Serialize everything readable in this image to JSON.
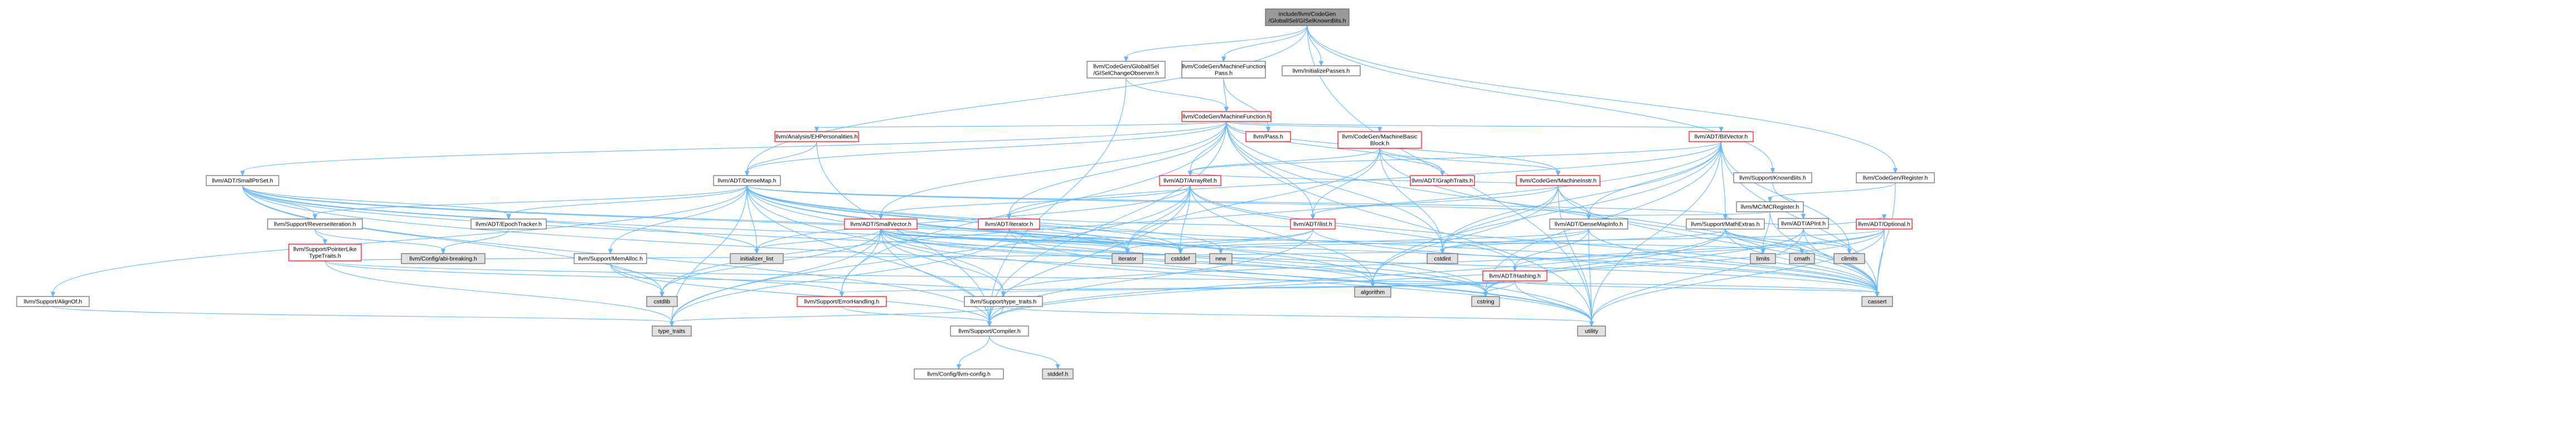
{
  "colors": {
    "fill_root": "#999999",
    "fill_default": "#ffffff",
    "fill_sys": "#e0e0e0",
    "stroke_default": "#666666",
    "stroke_red": "#ff0000",
    "stroke_root": "#666666",
    "edge": "#63b8ff"
  },
  "nodes": [
    {
      "id": "root",
      "lines": [
        "include/llvm/CodeGen",
        "/GlobalISel/GISelKnownBits.h"
      ],
      "style": "root"
    },
    {
      "id": "gisco",
      "lines": [
        "llvm/CodeGen/GlobalISel",
        "/GISelChangeObserver.h"
      ],
      "style": "default"
    },
    {
      "id": "mfpass",
      "lines": [
        "llvm/CodeGen/MachineFunction",
        "Pass.h"
      ],
      "style": "default"
    },
    {
      "id": "initpasses",
      "lines": [
        "llvm/InitializePasses.h"
      ],
      "style": "default"
    },
    {
      "id": "mf",
      "lines": [
        "llvm/CodeGen/MachineFunction.h"
      ],
      "style": "red"
    },
    {
      "id": "pass",
      "lines": [
        "llvm/Pass.h"
      ],
      "style": "red"
    },
    {
      "id": "ehpers",
      "lines": [
        "llvm/Analysis/EHPersonalities.h"
      ],
      "style": "red"
    },
    {
      "id": "mbb",
      "lines": [
        "llvm/CodeGen/MachineBasic",
        "Block.h"
      ],
      "style": "red"
    },
    {
      "id": "bitvector",
      "lines": [
        "llvm/ADT/BitVector.h"
      ],
      "style": "red"
    },
    {
      "id": "knownbits",
      "lines": [
        "llvm/Support/KnownBits.h"
      ],
      "style": "default"
    },
    {
      "id": "register",
      "lines": [
        "llvm/CodeGen/Register.h"
      ],
      "style": "default"
    },
    {
      "id": "smallptrset",
      "lines": [
        "llvm/ADT/SmallPtrSet.h"
      ],
      "style": "default"
    },
    {
      "id": "densemap",
      "lines": [
        "llvm/ADT/DenseMap.h"
      ],
      "style": "default"
    },
    {
      "id": "arrayref",
      "lines": [
        "llvm/ADT/ArrayRef.h"
      ],
      "style": "red"
    },
    {
      "id": "graphtraits",
      "lines": [
        "llvm/ADT/GraphTraits.h"
      ],
      "style": "red"
    },
    {
      "id": "minstr",
      "lines": [
        "llvm/CodeGen/MachineInstr.h"
      ],
      "style": "red"
    },
    {
      "id": "mcregister",
      "lines": [
        "llvm/MC/MCRegister.h"
      ],
      "style": "default"
    },
    {
      "id": "apint",
      "lines": [
        "llvm/ADT/APInt.h"
      ],
      "style": "default"
    },
    {
      "id": "revit",
      "lines": [
        "llvm/Support/ReverseIteration.h"
      ],
      "style": "default"
    },
    {
      "id": "epochtracker",
      "lines": [
        "llvm/ADT/EpochTracker.h"
      ],
      "style": "default"
    },
    {
      "id": "smallvector",
      "lines": [
        "llvm/ADT/SmallVector.h"
      ],
      "style": "red"
    },
    {
      "id": "iterator",
      "lines": [
        "llvm/ADT/iterator.h"
      ],
      "style": "red"
    },
    {
      "id": "ilist",
      "lines": [
        "llvm/ADT/ilist.h"
      ],
      "style": "red"
    },
    {
      "id": "densemapinfo",
      "lines": [
        "llvm/ADT/DenseMapInfo.h"
      ],
      "style": "default"
    },
    {
      "id": "mathextras",
      "lines": [
        "llvm/Support/MathExtras.h"
      ],
      "style": "default"
    },
    {
      "id": "optional",
      "lines": [
        "llvm/ADT/Optional.h"
      ],
      "style": "red"
    },
    {
      "id": "ptrlike",
      "lines": [
        "llvm/Support/PointerLike",
        "TypeTraits.h"
      ],
      "style": "red"
    },
    {
      "id": "abibreaking",
      "lines": [
        "llvm/Config/abi-breaking.h"
      ],
      "style": "sys"
    },
    {
      "id": "memalloc",
      "lines": [
        "llvm/Support/MemAlloc.h"
      ],
      "style": "default"
    },
    {
      "id": "initlist",
      "lines": [
        "initializer_list"
      ],
      "style": "sys"
    },
    {
      "id": "iteratorstd",
      "lines": [
        "iterator"
      ],
      "style": "sys"
    },
    {
      "id": "cstddef",
      "lines": [
        "cstddef"
      ],
      "style": "sys"
    },
    {
      "id": "new",
      "lines": [
        "new"
      ],
      "style": "sys"
    },
    {
      "id": "cstdint",
      "lines": [
        "cstdint"
      ],
      "style": "sys"
    },
    {
      "id": "limits",
      "lines": [
        "limits"
      ],
      "style": "sys"
    },
    {
      "id": "cmath",
      "lines": [
        "cmath"
      ],
      "style": "sys"
    },
    {
      "id": "climits",
      "lines": [
        "climits"
      ],
      "style": "sys"
    },
    {
      "id": "hashing",
      "lines": [
        "llvm/ADT/Hashing.h"
      ],
      "style": "red"
    },
    {
      "id": "alignof",
      "lines": [
        "llvm/Support/AlignOf.h"
      ],
      "style": "default"
    },
    {
      "id": "cstdlib",
      "lines": [
        "cstdlib"
      ],
      "style": "sys"
    },
    {
      "id": "errorhandling",
      "lines": [
        "llvm/Support/ErrorHandling.h"
      ],
      "style": "red"
    },
    {
      "id": "typetraits_llvm",
      "lines": [
        "llvm/Support/type_traits.h"
      ],
      "style": "default"
    },
    {
      "id": "algorithm",
      "lines": [
        "algorithm"
      ],
      "style": "sys"
    },
    {
      "id": "cstring",
      "lines": [
        "cstring"
      ],
      "style": "sys"
    },
    {
      "id": "cassert",
      "lines": [
        "cassert"
      ],
      "style": "sys"
    },
    {
      "id": "typetraits",
      "lines": [
        "type_traits"
      ],
      "style": "sys"
    },
    {
      "id": "compiler",
      "lines": [
        "llvm/Support/Compiler.h"
      ],
      "style": "default"
    },
    {
      "id": "utility",
      "lines": [
        "utility"
      ],
      "style": "sys"
    },
    {
      "id": "llvmconfig",
      "lines": [
        "llvm/Config/llvm-config.h"
      ],
      "style": "default"
    },
    {
      "id": "stddef",
      "lines": [
        "stddef.h"
      ],
      "style": "sys"
    }
  ],
  "edges": [
    [
      "root",
      "gisco"
    ],
    [
      "root",
      "mfpass"
    ],
    [
      "root",
      "initpasses"
    ],
    [
      "root",
      "densemap"
    ],
    [
      "root",
      "knownbits"
    ],
    [
      "root",
      "register"
    ],
    [
      "root",
      "utility"
    ],
    [
      "gisco",
      "mf"
    ],
    [
      "gisco",
      "compiler"
    ],
    [
      "mfpass",
      "mf"
    ],
    [
      "mfpass",
      "pass"
    ],
    [
      "mf",
      "ehpers"
    ],
    [
      "mf",
      "mbb"
    ],
    [
      "mf",
      "bitvector"
    ],
    [
      "mf",
      "densemap"
    ],
    [
      "mf",
      "smallptrset"
    ],
    [
      "mf",
      "arrayref"
    ],
    [
      "mf",
      "graphtraits"
    ],
    [
      "mf",
      "minstr"
    ],
    [
      "mf",
      "smallvector"
    ],
    [
      "mf",
      "ilist"
    ],
    [
      "mf",
      "iterator"
    ],
    [
      "mf",
      "cassert"
    ],
    [
      "mf",
      "cstdint"
    ],
    [
      "mf",
      "utility"
    ],
    [
      "mf",
      "compiler"
    ],
    [
      "mf",
      "errorhandling"
    ],
    [
      "ehpers",
      "densemap"
    ],
    [
      "ehpers",
      "compiler"
    ],
    [
      "mbb",
      "graphtraits"
    ],
    [
      "mbb",
      "minstr"
    ],
    [
      "mbb",
      "ilist"
    ],
    [
      "mbb",
      "iteratorstd"
    ],
    [
      "mbb",
      "cstdint"
    ],
    [
      "mbb",
      "arrayref"
    ],
    [
      "mbb",
      "cassert"
    ],
    [
      "bitvector",
      "arrayref"
    ],
    [
      "bitvector",
      "densemapinfo"
    ],
    [
      "bitvector",
      "iterator"
    ],
    [
      "bitvector",
      "mathextras"
    ],
    [
      "bitvector",
      "algorithm"
    ],
    [
      "bitvector",
      "cassert"
    ],
    [
      "bitvector",
      "climits"
    ],
    [
      "bitvector",
      "cstdint"
    ],
    [
      "bitvector",
      "cstdlib"
    ],
    [
      "bitvector",
      "cstring"
    ],
    [
      "bitvector",
      "utility"
    ],
    [
      "knownbits",
      "apint"
    ],
    [
      "register",
      "mcregister"
    ],
    [
      "register",
      "cassert"
    ],
    [
      "mcregister",
      "densemapinfo"
    ],
    [
      "mcregister",
      "cassert"
    ],
    [
      "mcregister",
      "limits"
    ],
    [
      "apint",
      "mathextras"
    ],
    [
      "apint",
      "cassert"
    ],
    [
      "apint",
      "climits"
    ],
    [
      "apint",
      "cstring"
    ],
    [
      "apint",
      "optional"
    ],
    [
      "apint",
      "utility"
    ],
    [
      "smallptrset",
      "epochtracker"
    ],
    [
      "smallptrset",
      "revit"
    ],
    [
      "smallptrset",
      "type_traits"
    ],
    [
      "smallptrset",
      "cassert"
    ],
    [
      "smallptrset",
      "cstddef"
    ],
    [
      "smallptrset",
      "cstdlib"
    ],
    [
      "smallptrset",
      "cstring"
    ],
    [
      "smallptrset",
      "initlist"
    ],
    [
      "smallptrset",
      "iteratorstd"
    ],
    [
      "smallptrset",
      "utility"
    ],
    [
      "smallptrset",
      "compiler"
    ],
    [
      "densemap",
      "densemapinfo"
    ],
    [
      "densemap",
      "epochtracker"
    ],
    [
      "densemap",
      "memalloc"
    ],
    [
      "densemap",
      "revit"
    ],
    [
      "densemap",
      "typetraits_llvm"
    ],
    [
      "densemap",
      "algorithm"
    ],
    [
      "densemap",
      "cassert"
    ],
    [
      "densemap",
      "cstddef"
    ],
    [
      "densemap",
      "cstring"
    ],
    [
      "densemap",
      "initlist"
    ],
    [
      "densemap",
      "iteratorstd"
    ],
    [
      "densemap",
      "new"
    ],
    [
      "densemap",
      "typetraits"
    ],
    [
      "densemap",
      "utility"
    ],
    [
      "densemap",
      "alignof"
    ],
    [
      "densemap",
      "compiler"
    ],
    [
      "densemap",
      "mathextras"
    ],
    [
      "arrayref",
      "hashing"
    ],
    [
      "arrayref",
      "smallvector"
    ],
    [
      "arrayref",
      "compiler"
    ],
    [
      "arrayref",
      "algorithm"
    ],
    [
      "arrayref",
      "array"
    ],
    [
      "arrayref",
      "cassert"
    ],
    [
      "arrayref",
      "cstddef"
    ],
    [
      "arrayref",
      "initlist"
    ],
    [
      "arrayref",
      "iteratorstd"
    ],
    [
      "arrayref",
      "memory"
    ],
    [
      "arrayref",
      "typetraits"
    ],
    [
      "arrayref",
      "vector"
    ],
    [
      "minstr",
      "densemapinfo"
    ],
    [
      "minstr",
      "ilist"
    ],
    [
      "minstr",
      "algorithm"
    ],
    [
      "minstr",
      "cassert"
    ],
    [
      "minstr",
      "cstdint"
    ],
    [
      "minstr",
      "utility"
    ],
    [
      "minstr",
      "arrayref"
    ],
    [
      "revit",
      "ptrlike"
    ],
    [
      "revit",
      "abibreaking"
    ],
    [
      "epochtracker",
      "abibreaking"
    ],
    [
      "smallvector",
      "compiler"
    ],
    [
      "smallvector",
      "typetraits_llvm"
    ],
    [
      "smallvector",
      "algorithm"
    ],
    [
      "smallvector",
      "cassert"
    ],
    [
      "smallvector",
      "cstddef"
    ],
    [
      "smallvector",
      "cstdlib"
    ],
    [
      "smallvector",
      "cstring"
    ],
    [
      "smallvector",
      "functional"
    ],
    [
      "smallvector",
      "initlist"
    ],
    [
      "smallvector",
      "iteratorstd"
    ],
    [
      "smallvector",
      "limits"
    ],
    [
      "smallvector",
      "memory"
    ],
    [
      "smallvector",
      "new"
    ],
    [
      "smallvector",
      "typetraits"
    ],
    [
      "smallvector",
      "utility"
    ],
    [
      "smallvector",
      "errorhandling"
    ],
    [
      "iterator",
      "iteratorstd"
    ],
    [
      "iterator",
      "cstddef"
    ],
    [
      "iterator",
      "typetraits"
    ],
    [
      "iterator",
      "utility"
    ],
    [
      "ilist",
      "iterator"
    ],
    [
      "ilist",
      "compiler"
    ],
    [
      "ilist",
      "cassert"
    ],
    [
      "ilist",
      "cstddef"
    ],
    [
      "ilist",
      "iteratorstd"
    ],
    [
      "densemapinfo",
      "hashing"
    ],
    [
      "densemapinfo",
      "cassert"
    ],
    [
      "densemapinfo",
      "cstddef"
    ],
    [
      "densemapinfo",
      "cstdint"
    ],
    [
      "densemapinfo",
      "utility"
    ],
    [
      "mathextras",
      "compiler"
    ],
    [
      "mathextras",
      "cassert"
    ],
    [
      "mathextras",
      "climits"
    ],
    [
      "mathextras",
      "cmath"
    ],
    [
      "mathextras",
      "cstdint"
    ],
    [
      "mathextras",
      "cstring"
    ],
    [
      "mathextras",
      "limits"
    ],
    [
      "mathextras",
      "type_traits"
    ],
    [
      "optional",
      "hashing"
    ],
    [
      "optional",
      "compiler"
    ],
    [
      "optional",
      "typetraits_llvm"
    ],
    [
      "optional",
      "cassert"
    ],
    [
      "optional",
      "new"
    ],
    [
      "optional",
      "utility"
    ],
    [
      "ptrlike",
      "typetraits_llvm"
    ],
    [
      "ptrlike",
      "cassert"
    ],
    [
      "ptrlike",
      "cstdint"
    ],
    [
      "ptrlike",
      "typetraits"
    ],
    [
      "memalloc",
      "compiler"
    ],
    [
      "memalloc",
      "errorhandling"
    ],
    [
      "memalloc",
      "cstdlib"
    ],
    [
      "hashing",
      "errorhandling"
    ],
    [
      "hashing",
      "typetraits_llvm"
    ],
    [
      "hashing",
      "algorithm"
    ],
    [
      "hashing",
      "cassert"
    ],
    [
      "hashing",
      "cstring"
    ],
    [
      "hashing",
      "string"
    ],
    [
      "hashing",
      "tuple"
    ],
    [
      "hashing",
      "utility"
    ],
    [
      "alignof",
      "typetraits"
    ],
    [
      "errorhandling",
      "compiler"
    ],
    [
      "typetraits_llvm",
      "typetraits"
    ],
    [
      "typetraits_llvm",
      "utility"
    ],
    [
      "typetraits_llvm",
      "compiler"
    ],
    [
      "compiler",
      "llvmconfig"
    ],
    [
      "compiler",
      "stddef"
    ]
  ]
}
